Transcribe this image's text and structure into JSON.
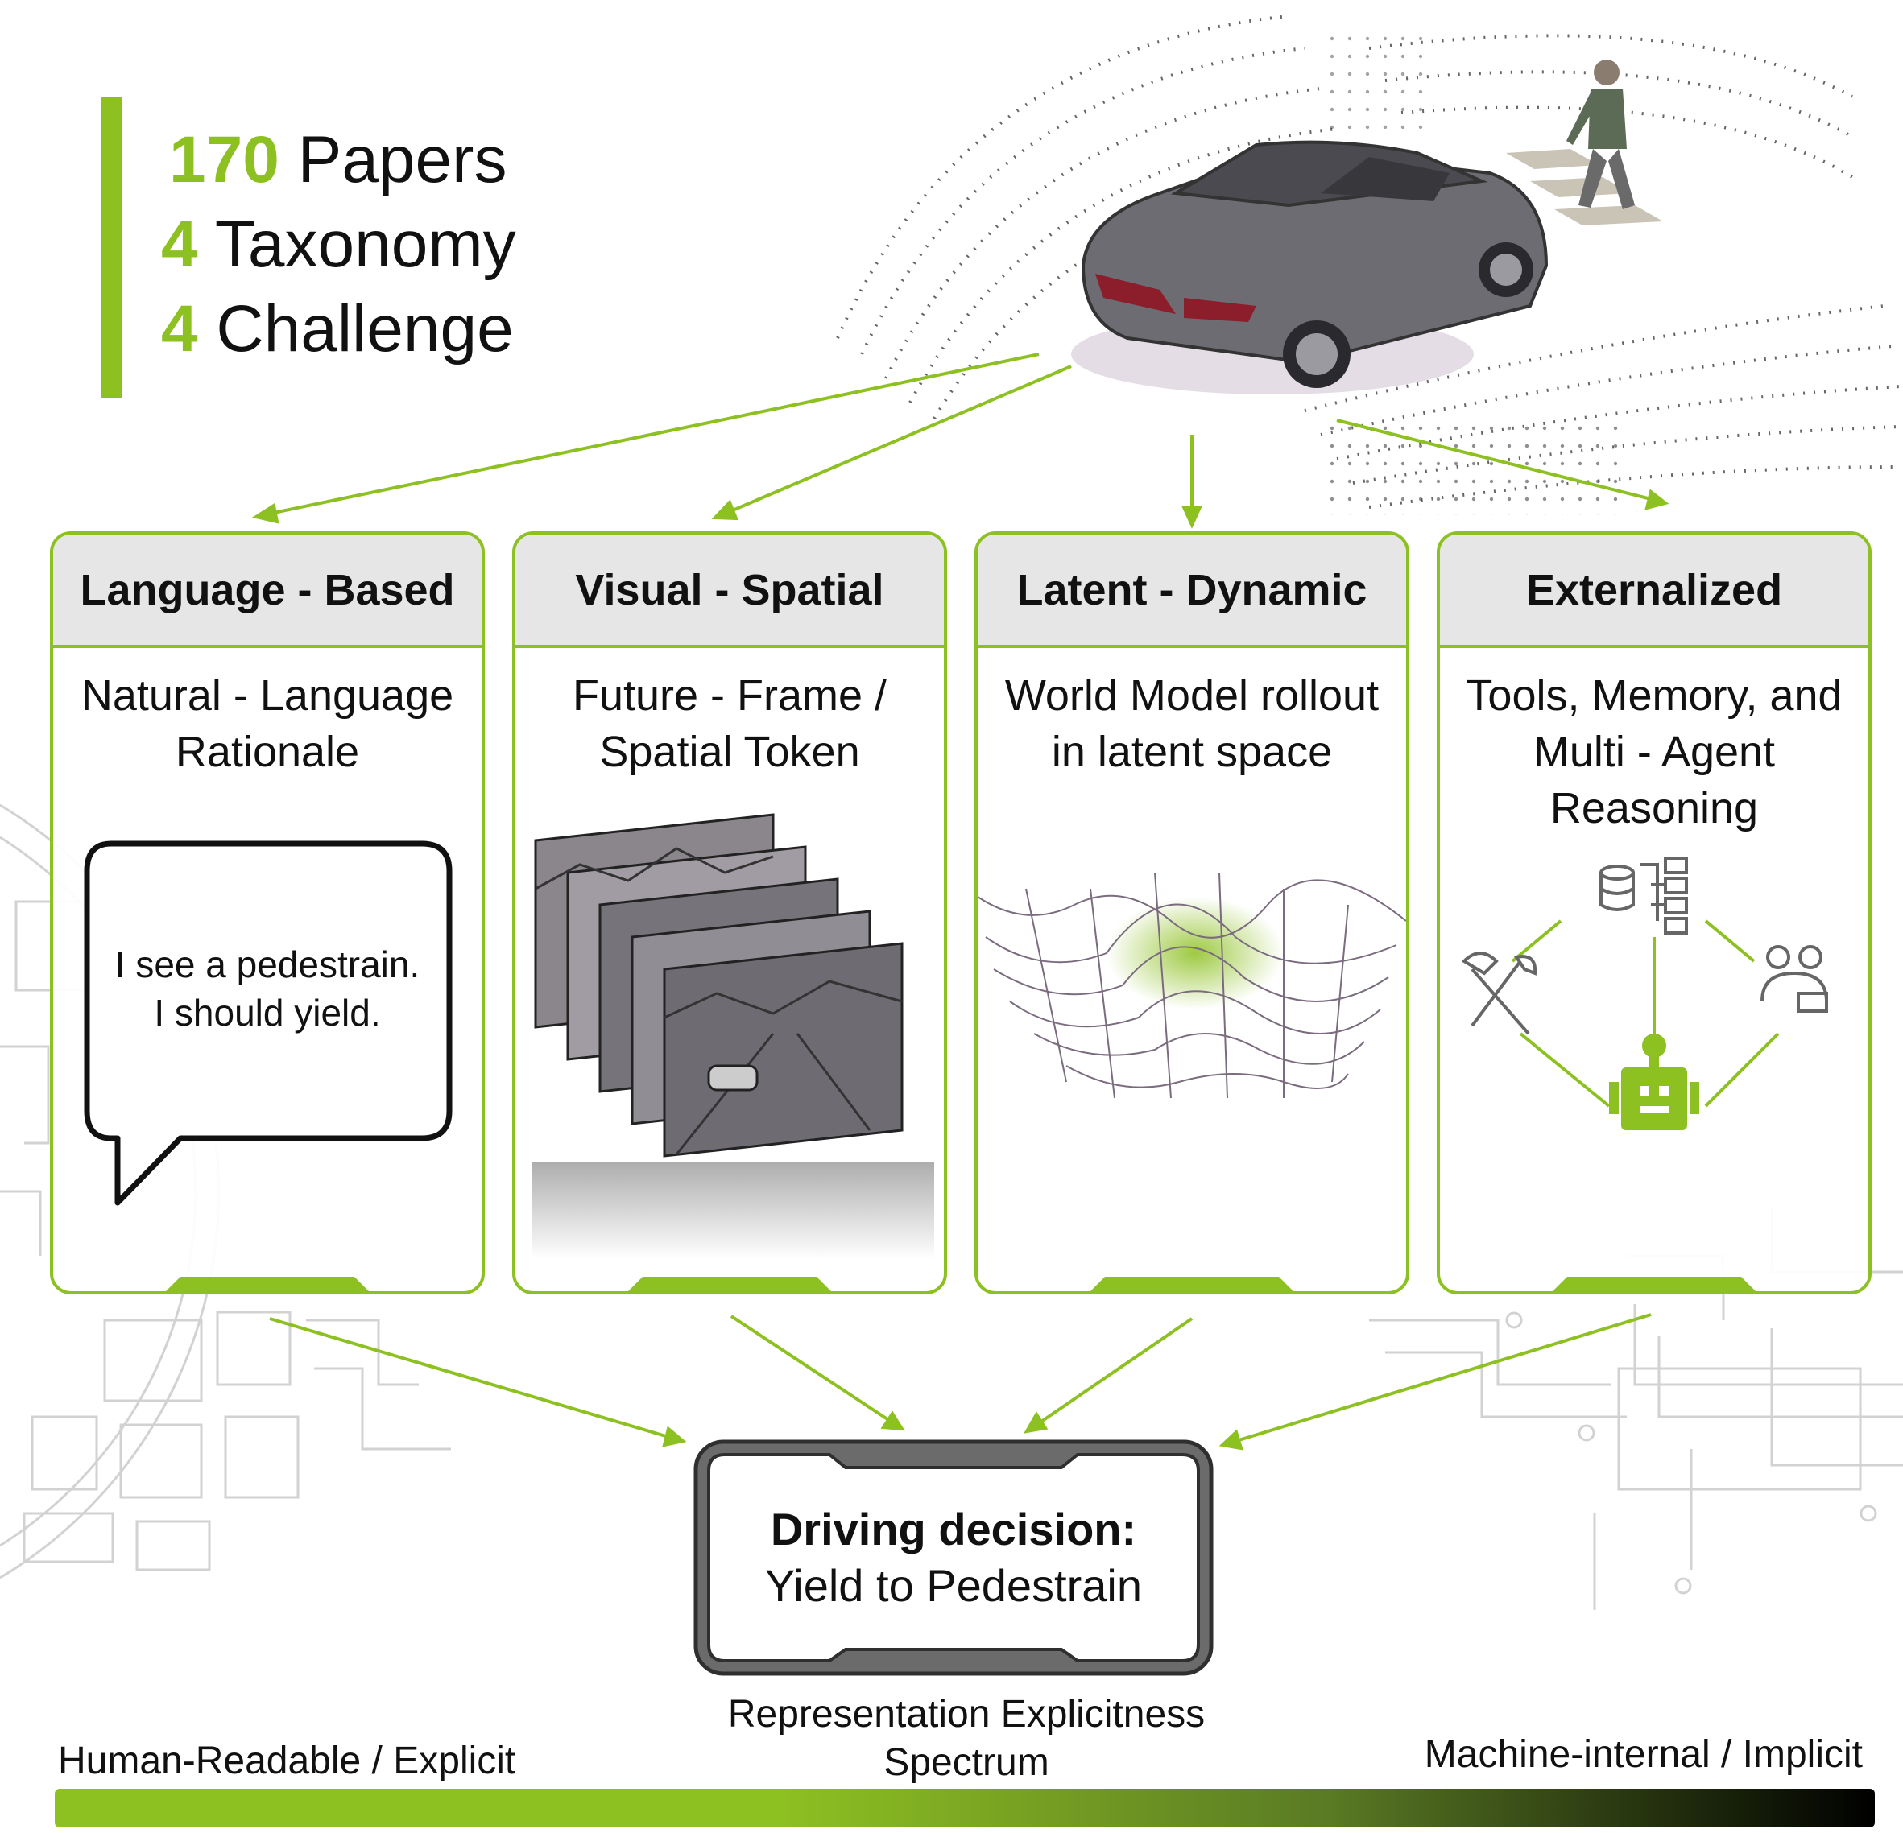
{
  "stats": [
    {
      "number": "170",
      "label": "Papers"
    },
    {
      "number": "4",
      "label": "Taxonomy"
    },
    {
      "number": "4",
      "label": "Challenge"
    }
  ],
  "cards": [
    {
      "title": "Language - Based",
      "subtitle": [
        "Natural - Language",
        "Rationale"
      ]
    },
    {
      "title": "Visual - Spatial",
      "subtitle": [
        "Future - Frame /",
        "Spatial Token"
      ]
    },
    {
      "title": "Latent - Dynamic",
      "subtitle": [
        "World Model rollout",
        "in latent space"
      ]
    },
    {
      "title": "Externalized",
      "subtitle": [
        "Tools, Memory, and",
        "Multi - Agent",
        "Reasoning"
      ]
    }
  ],
  "speech_bubble": [
    "I see a pedestrain.",
    "I should yield."
  ],
  "decision": {
    "title": "Driving decision:",
    "body": "Yield to Pedestrain"
  },
  "spectrum": {
    "title": [
      "Representation Explicitness",
      "Spectrum"
    ],
    "left": "Human-Readable / Explicit",
    "right": "Machine-internal / Implicit"
  },
  "icons": [
    "car-icon",
    "pedestrian-icon",
    "database-icon",
    "tools-icon",
    "multi-agent-icon",
    "robot-icon"
  ],
  "colors": {
    "accent": "#8dc021",
    "header_bg": "#e6e6e6",
    "decision_border": "#555555"
  }
}
